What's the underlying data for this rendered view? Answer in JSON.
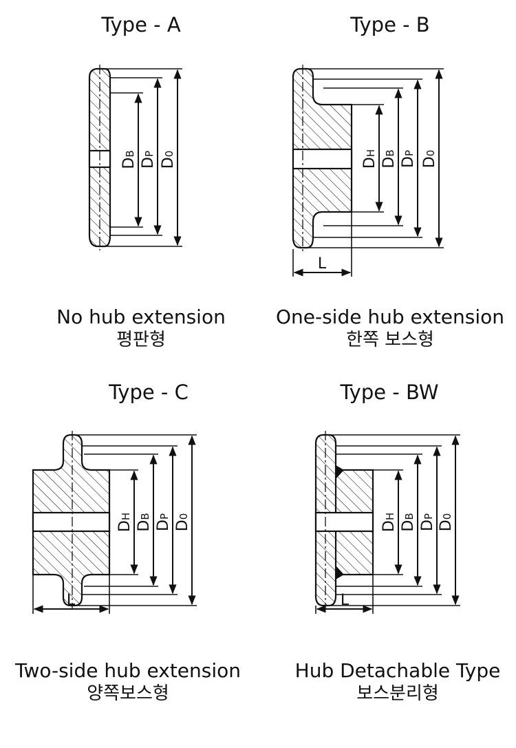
{
  "panels": [
    {
      "type_label": "Type - A",
      "caption": "No hub extension",
      "korean": "평판형",
      "dims": {
        "d0": "D",
        "d0_sub": "0",
        "dp": "D",
        "dp_sub": "P",
        "db": "D",
        "db_sub": "B"
      }
    },
    {
      "type_label": "Type - B",
      "caption": "One-side hub extension",
      "korean": "한쪽 보스형",
      "dims": {
        "d0": "D",
        "d0_sub": "0",
        "dp": "D",
        "dp_sub": "P",
        "db": "D",
        "db_sub": "B",
        "dh": "D",
        "dh_sub": "H",
        "l": "L"
      }
    },
    {
      "type_label": "Type - C",
      "caption": "Two-side hub extension",
      "korean": "양쪽보스형",
      "dims": {
        "d0": "D",
        "d0_sub": "0",
        "dp": "D",
        "dp_sub": "P",
        "db": "D",
        "db_sub": "B",
        "dh": "D",
        "dh_sub": "H",
        "l": "L"
      }
    },
    {
      "type_label": "Type - BW",
      "caption": "Hub Detachable Type",
      "korean": "보스분리형",
      "dims": {
        "d0": "D",
        "d0_sub": "0",
        "dp": "D",
        "dp_sub": "P",
        "db": "D",
        "db_sub": "B",
        "dh": "D",
        "dh_sub": "H",
        "l": "L"
      }
    }
  ]
}
